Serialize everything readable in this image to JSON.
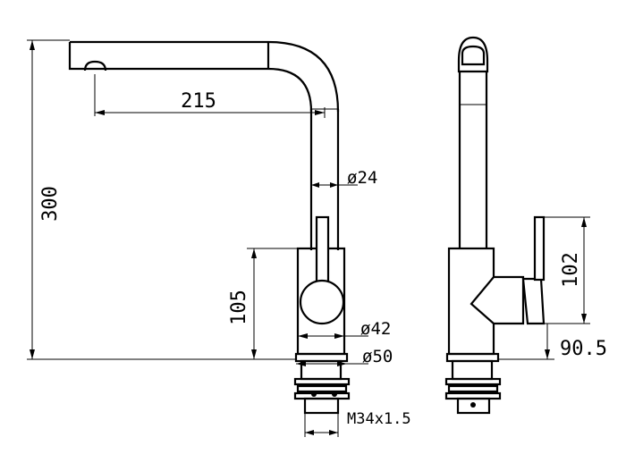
{
  "dimensions": {
    "reach": "215",
    "height": "300",
    "spout_diameter": "ø24",
    "body_height": "105",
    "body_diameter": "ø42",
    "base_diameter": "ø50",
    "thread": "M34x1.5",
    "lever_height": "102",
    "lever_offset": "90.5"
  },
  "colors": {
    "line": "#000000",
    "background": "#ffffff"
  }
}
